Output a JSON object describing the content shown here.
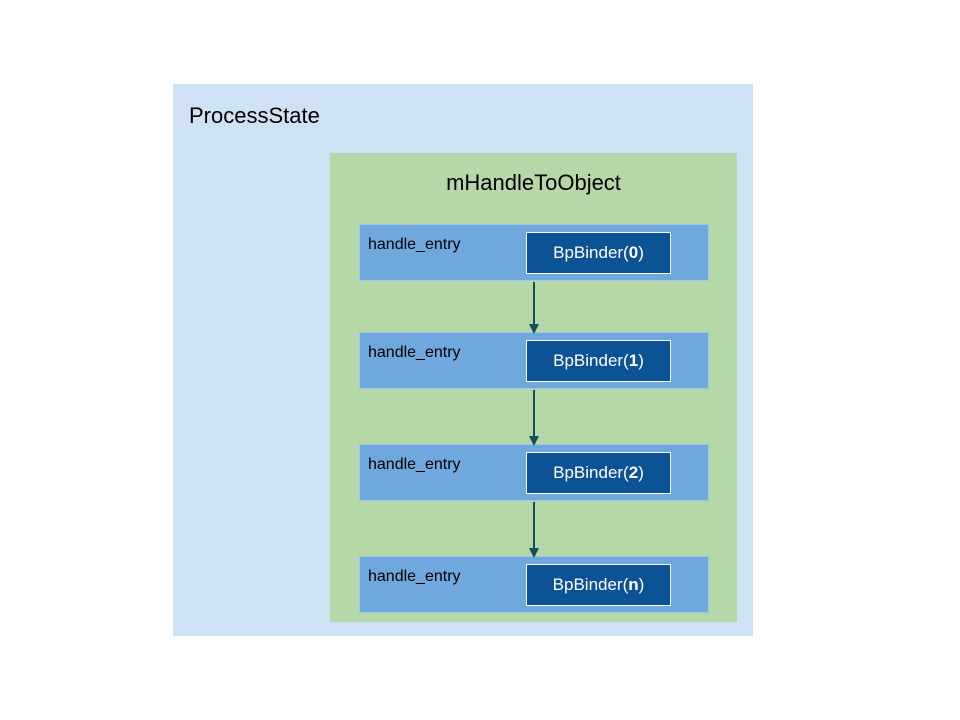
{
  "process_state": {
    "title": "ProcessState"
  },
  "handle_map": {
    "title": "mHandleToObject"
  },
  "entries": [
    {
      "label": "handle_entry",
      "binder_prefix": "BpBinder(",
      "binder_handle": "0",
      "binder_suffix": ")"
    },
    {
      "label": "handle_entry",
      "binder_prefix": "BpBinder(",
      "binder_handle": "1",
      "binder_suffix": ")"
    },
    {
      "label": "handle_entry",
      "binder_prefix": "BpBinder(",
      "binder_handle": "2",
      "binder_suffix": ")"
    },
    {
      "label": "handle_entry",
      "binder_prefix": "BpBinder(",
      "binder_handle": "n",
      "binder_suffix": ")"
    }
  ],
  "colors": {
    "process_state_bg": "#cfe2f3",
    "handle_map_bg": "#b6d7a8",
    "entry_bg": "#6fa8dc",
    "binder_bg": "#0b5394",
    "arrow": "#134f5c"
  }
}
